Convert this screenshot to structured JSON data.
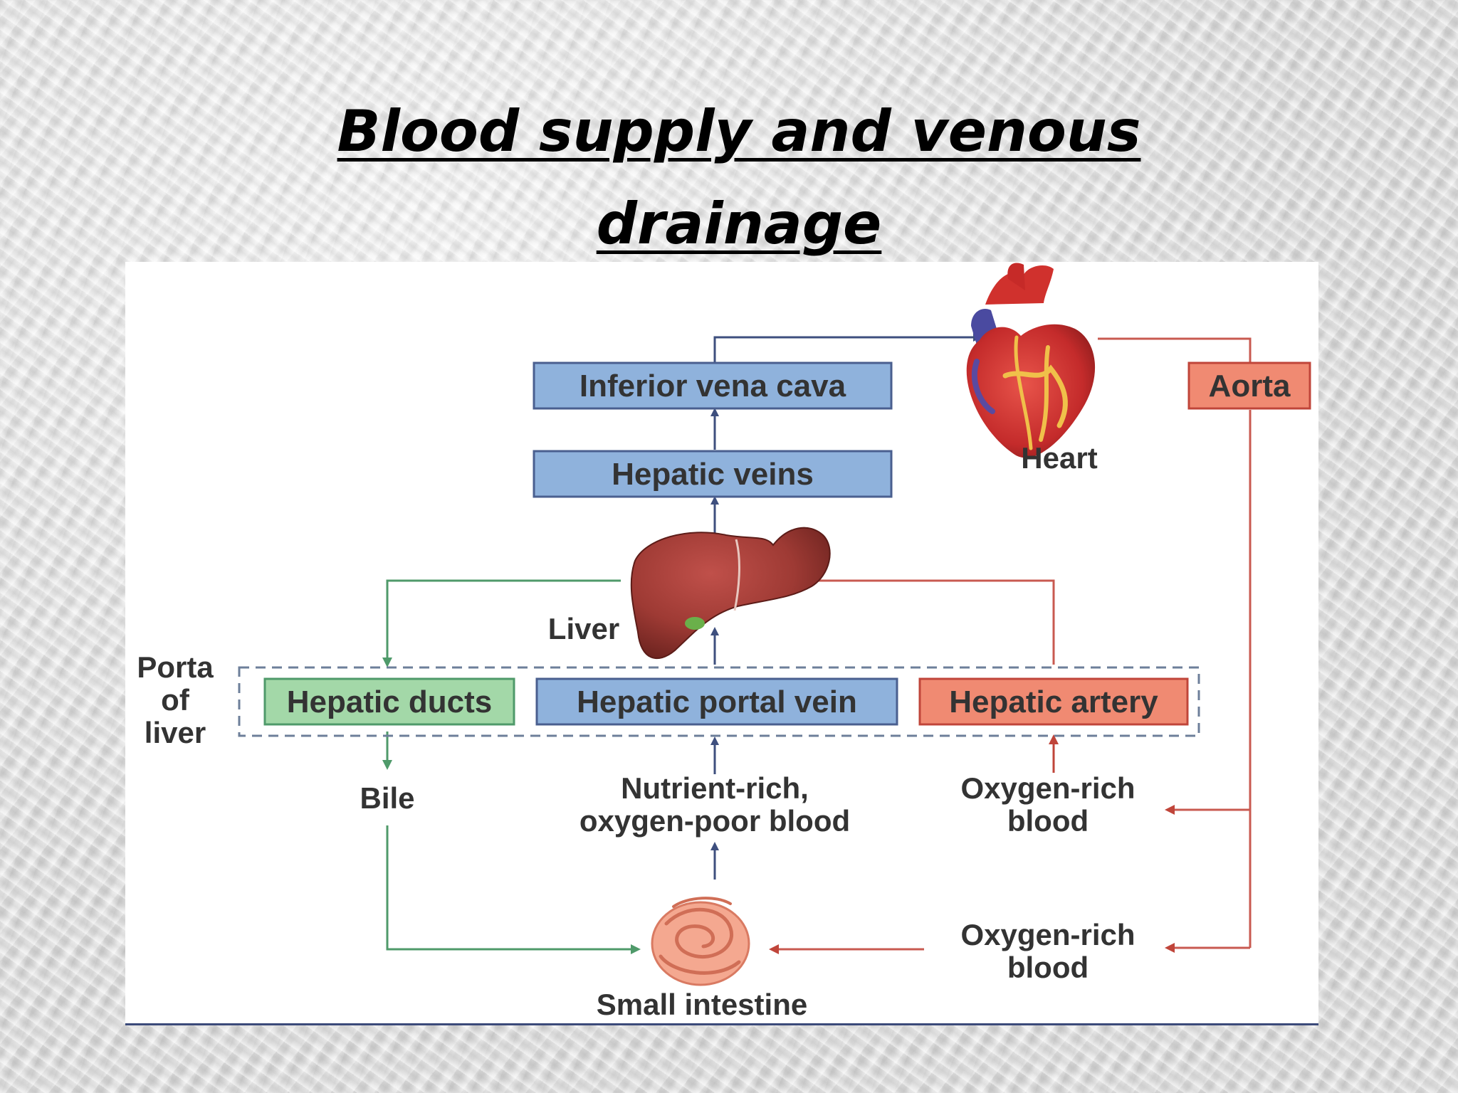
{
  "title": {
    "line1": "Blood supply and venous",
    "line2": "drainage"
  },
  "diagram": {
    "boxes": {
      "inferior_vena_cava": "Inferior vena cava",
      "hepatic_veins": "Hepatic veins",
      "aorta": "Aorta",
      "hepatic_ducts": "Hepatic ducts",
      "hepatic_portal_vein": "Hepatic portal vein",
      "hepatic_artery": "Hepatic artery"
    },
    "labels": {
      "heart": "Heart",
      "liver": "Liver",
      "porta_line1": "Porta",
      "porta_line2": "of",
      "porta_line3": "liver",
      "bile": "Bile",
      "nutrient_line1": "Nutrient-rich,",
      "nutrient_line2": "oxygen-poor blood",
      "oxygen_upper_line1": "Oxygen-rich",
      "oxygen_upper_line2": "blood",
      "oxygen_lower_line1": "Oxygen-rich",
      "oxygen_lower_line2": "blood",
      "small_intestine": "Small intestine"
    },
    "colors": {
      "blue_box": "#8fb2dc",
      "blue_stroke": "#4a5f8f",
      "red_box": "#f08a72",
      "red_stroke": "#c0453a",
      "green_box": "#a3d8a8",
      "green_stroke": "#4f9a6a",
      "red_line": "#c85a50",
      "green_line": "#4f9a6a",
      "navy_line": "#3e4f7e"
    },
    "icons": [
      "heart-icon",
      "liver-icon",
      "small-intestine-icon"
    ]
  }
}
